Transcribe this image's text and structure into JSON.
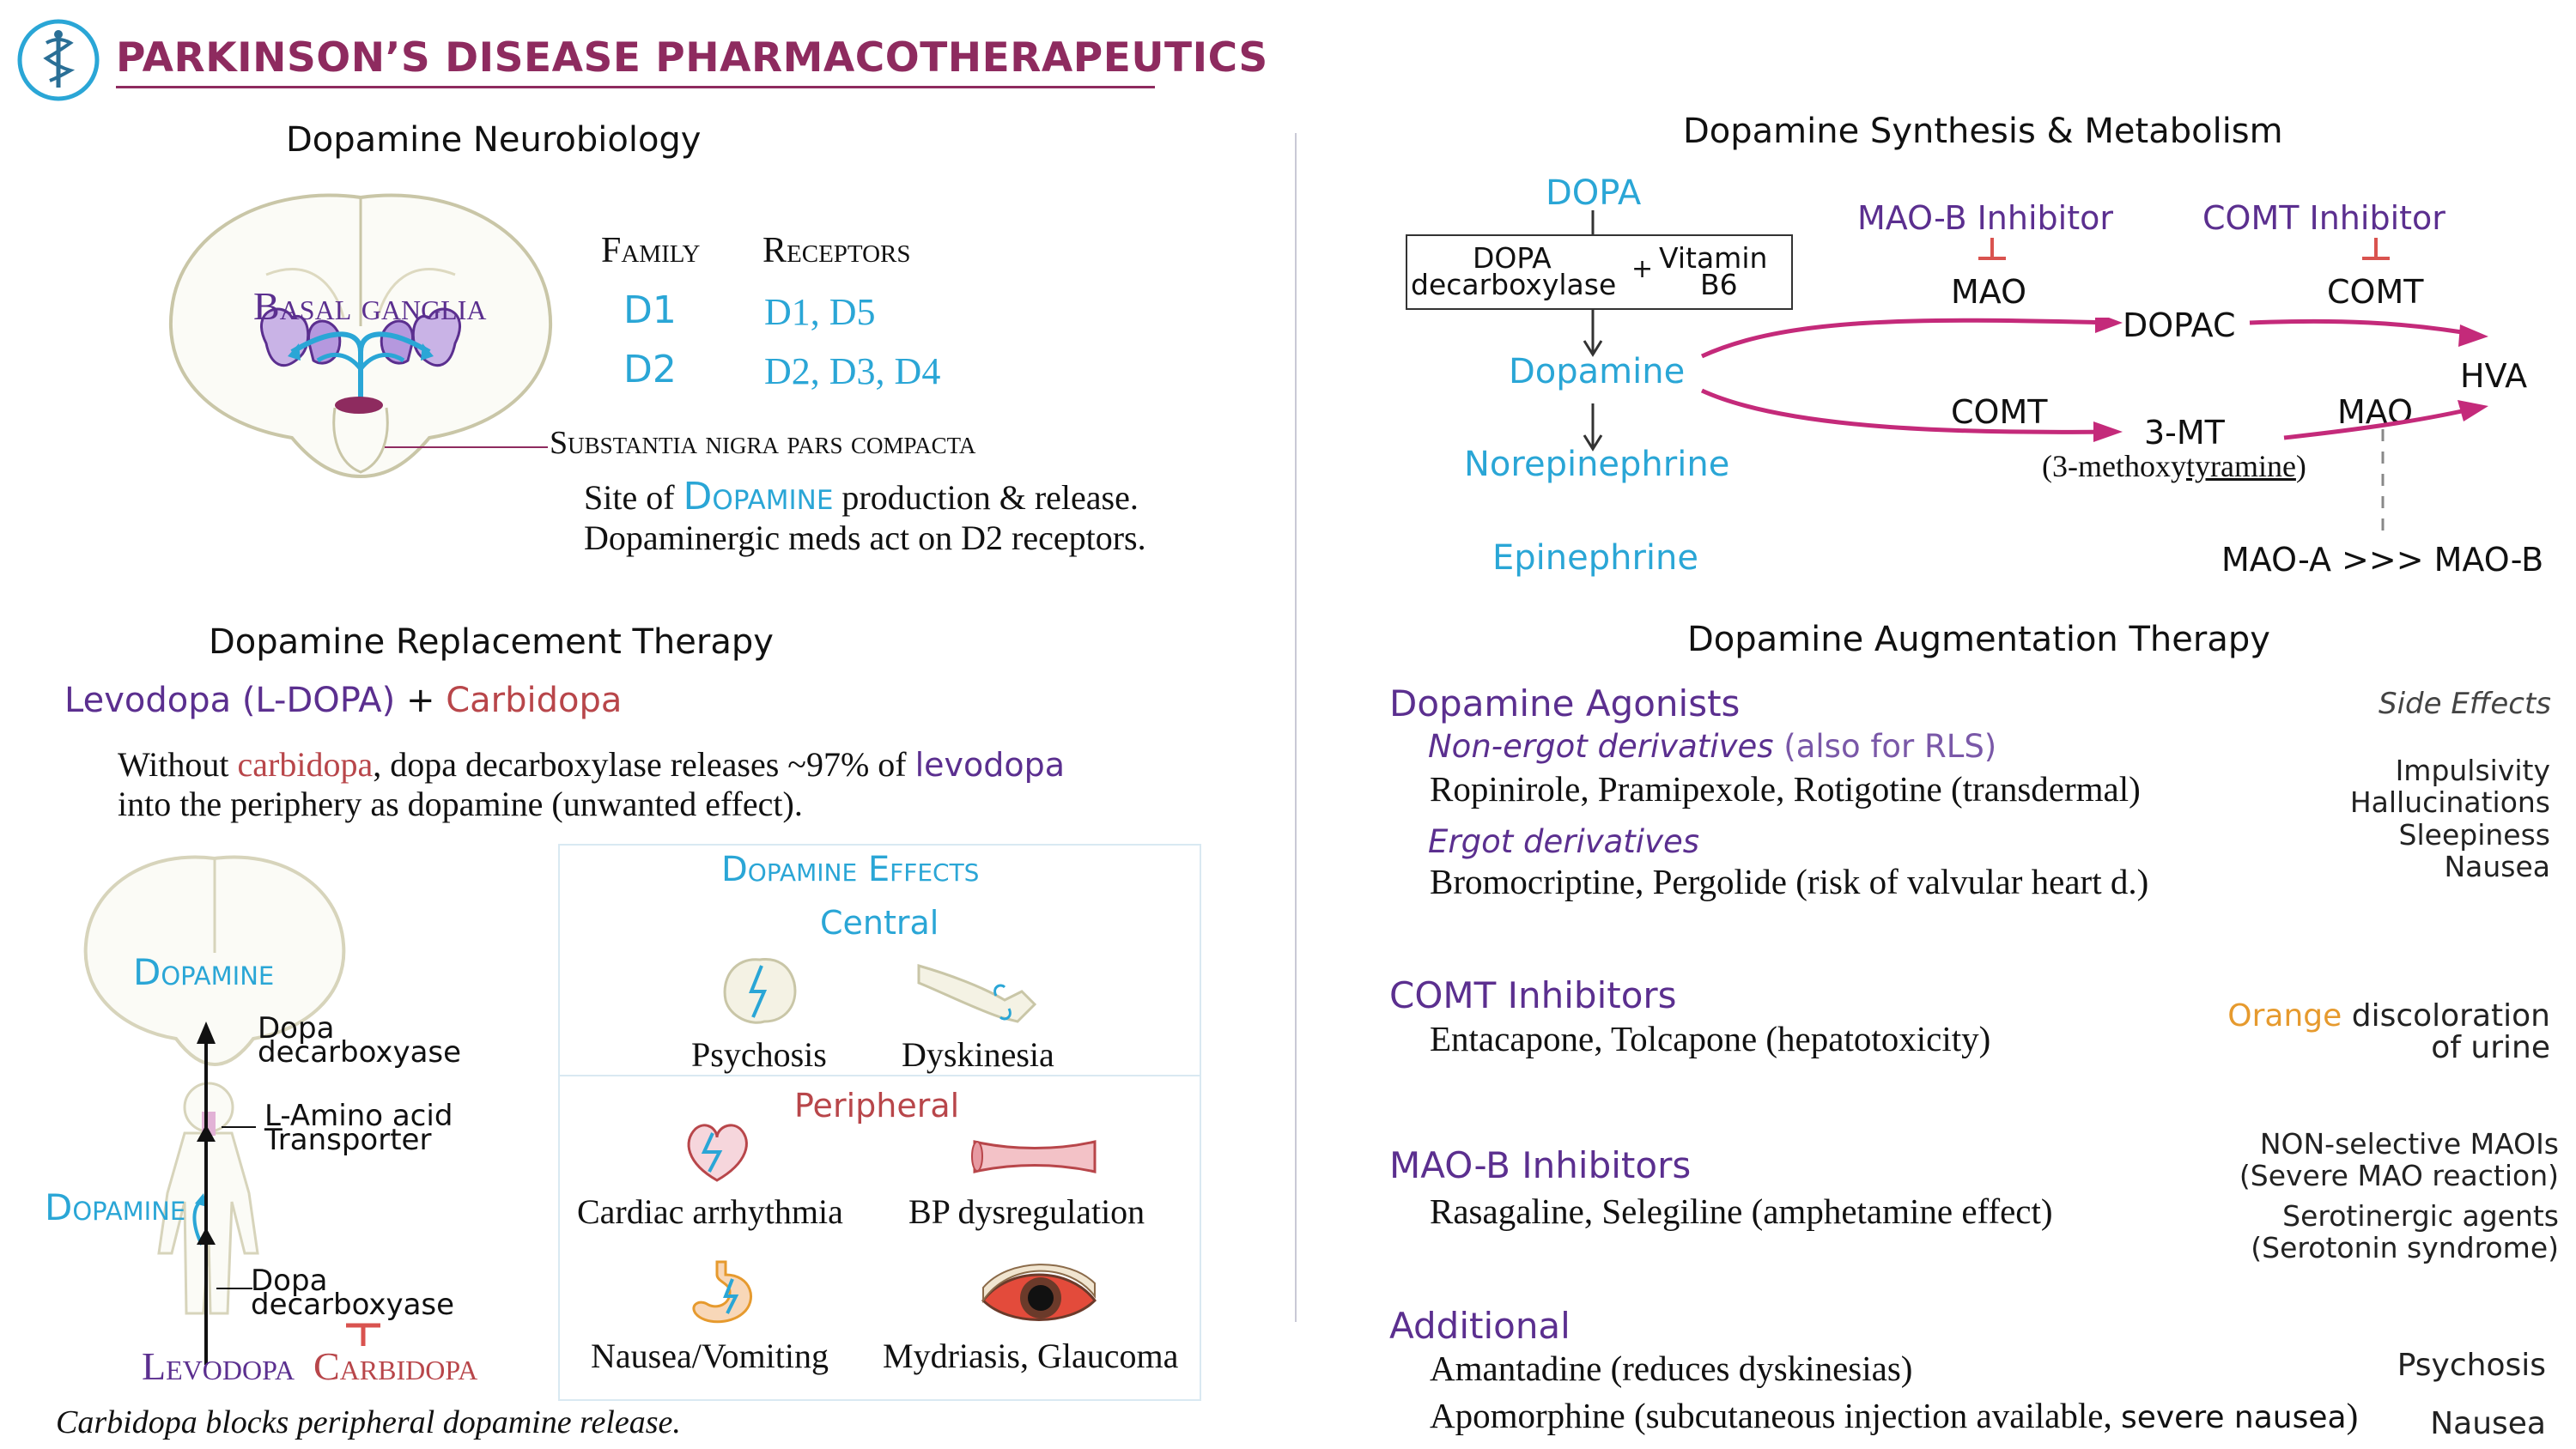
{
  "header": {
    "title": "PARKINSON’S DISEASE PHARMACOTHERAPEUTICS"
  },
  "neuro": {
    "heading": "Dopamine Neurobiology",
    "basal_ganglia": "Basal ganglia",
    "family_header": "Family",
    "receptors_header": "Receptors",
    "rows": [
      {
        "family": "D1",
        "receptors": "D1, D5"
      },
      {
        "family": "D2",
        "receptors": "D2, D3, D4"
      }
    ],
    "substantia": "Substantia nigra pars compacta",
    "site_prefix": "Site of ",
    "site_dopamine": "Dopamine",
    "site_suffix": " production & release.",
    "meds_line": "Dopaminergic meds act on D2 receptors."
  },
  "replacement": {
    "heading": "Dopamine Replacement Therapy",
    "levodopa": "Levodopa  (L-DOPA)",
    "plus": "+",
    "carbidopa": "Carbidopa",
    "without_a": "Without ",
    "without_carbidopa": "carbidopa",
    "without_b": ", dopa decarboxylase releases ~97% of ",
    "without_levodopa": "levodopa",
    "without_line2": "into the periphery as dopamine (unwanted effect).",
    "diagram": {
      "dopamine_top": "Dopamine",
      "dopa_decarboxylase_1a": "Dopa",
      "dopa_decarboxylase_1b": "decarboxyase",
      "transporter_a": "L-Amino acid",
      "transporter_b": "Transporter",
      "dopamine_side": "Dopamine",
      "dopa_decarboxylase_2a": "Dopa",
      "dopa_decarboxylase_2b": "decarboxyase",
      "levodopa": "Levodopa",
      "carbidopa": "Carbidopa"
    },
    "footnote": "Carbidopa blocks peripheral dopamine release."
  },
  "effects": {
    "title": "Dopamine Effects",
    "central": "Central",
    "psychosis": "Psychosis",
    "dyskinesia": "Dyskinesia",
    "peripheral": "Peripheral",
    "cardiac": "Cardiac arrhythmia",
    "bp": "BP dysregulation",
    "nausea": "Nausea/Vomiting",
    "mydriasis": "Mydriasis, Glaucoma"
  },
  "synthesis": {
    "heading": "Dopamine Synthesis & Metabolism",
    "dopa": "DOPA",
    "box_a1": "DOPA",
    "box_a2": "decarboxylase",
    "box_plus": "+",
    "box_b1": "Vitamin",
    "box_b2": "B6",
    "dopamine": "Dopamine",
    "norepinephrine": "Norepinephrine",
    "epinephrine": "Epinephrine",
    "maob_inhibitor": "MAO-B Inhibitor",
    "comt_inhibitor": "COMT Inhibitor",
    "mao_1": "MAO",
    "comt_1": "COMT",
    "dopac": "DOPAC",
    "hva": "HVA",
    "comt_2": "COMT",
    "mt3": "3-MT",
    "mao_2": "MAO",
    "methoxy_a": "(3-methoxy",
    "methoxy_b": "tyramine",
    "methoxy_c": ")",
    "mao_ab": "MAO-A >>> MAO-B",
    "block_symbol": "⊥"
  },
  "augmentation": {
    "heading": "Dopamine Augmentation Therapy",
    "side_effects": "Side Effects",
    "agonists": {
      "title": "Dopamine Agonists",
      "nonergot": "Non-ergot derivatives",
      "rls": "(also for RLS)",
      "nonergot_drugs": "Ropinirole, Pramipexole, Rotigotine (transdermal)",
      "ergot": "Ergot derivatives",
      "ergot_drugs": "Bromocriptine, Pergolide (risk of valvular heart d.)",
      "side": [
        "Impulsivity",
        "Hallucinations",
        "Sleepiness",
        "Nausea"
      ]
    },
    "comt": {
      "title": "COMT Inhibitors",
      "drugs": "Entacapone, Tolcapone (hepatotoxicity)",
      "side_orange": "Orange",
      "side_a": " discoloration",
      "side_b": "of  urine"
    },
    "maob": {
      "title": "MAO-B Inhibitors",
      "drugs": "Rasagaline, Selegiline (amphetamine effect)",
      "side": [
        "NON-selective MAOIs",
        "(Severe MAO reaction)",
        "Serotinergic agents",
        "(Serotonin syndrome)"
      ]
    },
    "additional": {
      "title": "Additional",
      "amantadine": "Amantadine (reduces dyskinesias)",
      "apomorphine_a": "Apomorphine (subcutaneous injection available, ",
      "apomorphine_b": "severe nausea",
      "apomorphine_c": ")",
      "side_1": "Psychosis",
      "side_2": "Nausea"
    }
  },
  "colors": {
    "title": "#8e2b5f",
    "purple": "#5b2f8f",
    "blue": "#2aa6d6",
    "red": "#b8464a",
    "orange": "#e69a2e",
    "magenta_arrow": "#c42a7a"
  }
}
